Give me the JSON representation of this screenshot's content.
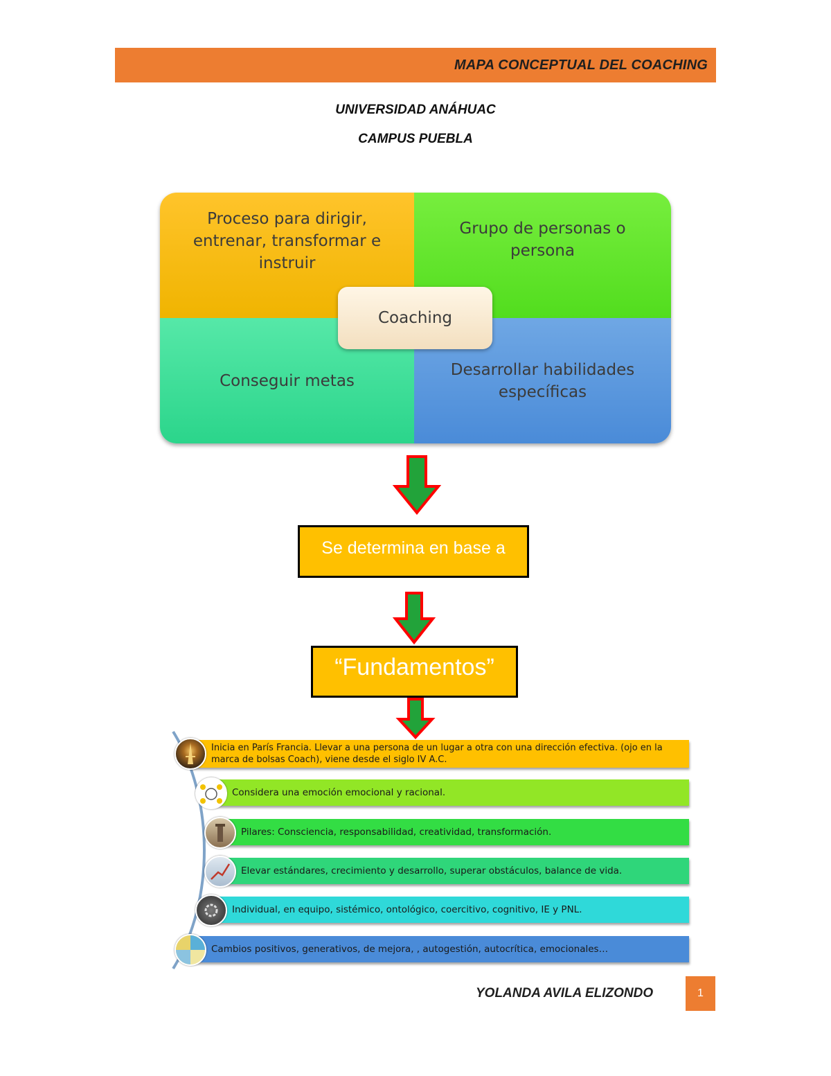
{
  "header": {
    "title": "MAPA CONCEPTUAL DEL COACHING"
  },
  "institution": {
    "university": "UNIVERSIDAD ANÁHUAC",
    "campus": "CAMPUS PUEBLA"
  },
  "matrix": {
    "top_left": "Proceso para dirigir, entrenar, transformar e instruir",
    "top_right": "Grupo de personas o persona",
    "bottom_left": "Conseguir metas",
    "bottom_right": "Desarrollar habilidades específicas",
    "center": "Coaching"
  },
  "flow": {
    "step1": "Se determina en base a",
    "step2": "“Fundamentos”"
  },
  "fundamentos": [
    {
      "text": "Inicia en París Francia. Llevar a una persona de un lugar a otra con una dirección efectiva. (ojo en la marca de bolsas Coach), viene desde el siglo IV A.C.",
      "color": "#ffc000"
    },
    {
      "text": "Considera una emoción emocional y racional.",
      "color": "#92e626"
    },
    {
      "text": "Pilares: Consciencia, responsabilidad, creatividad, transformación.",
      "color": "#33dd44"
    },
    {
      "text": "Elevar estándares, crecimiento y desarrollo, superar obstáculos, balance de vida.",
      "color": "#2fd67a"
    },
    {
      "text": "Individual, en equipo, sistémico, ontológico, coercitivo, cognitivo, IE y PNL.",
      "color": "#2fd9d9"
    },
    {
      "text": "Cambios positivos, generativos, de mejora, , autogestión, autocrítica, emocionales…",
      "color": "#4a8bd8"
    }
  ],
  "footer": {
    "author": "YOLANDA AVILA ELIZONDO",
    "page": "1"
  },
  "colors": {
    "accent": "#ed7d31",
    "arrow_fill": "#22a33a",
    "arrow_outline": "#ff0000"
  }
}
